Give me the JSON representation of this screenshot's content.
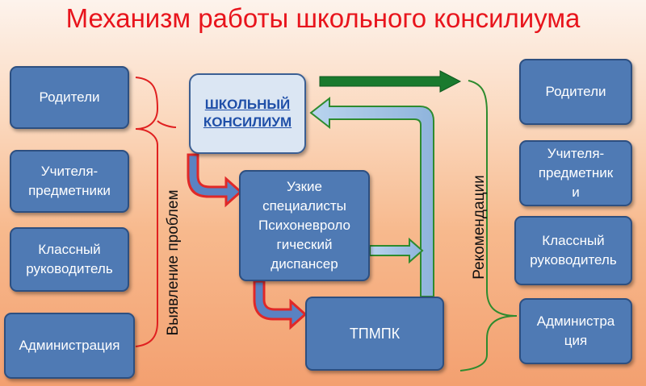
{
  "title": "Механизм работы школьного консилиума",
  "center": {
    "council": "ШКОЛЬНЫЙ\nКОНСИЛИУМ"
  },
  "left_boxes": [
    "Родители",
    "Учителя-\nпредметники",
    "Классный\nруководитель",
    "Администрация"
  ],
  "right_boxes": [
    "Родители",
    "Учителя-\nпредметник\nи",
    "Классный\nруководитель",
    "Администра\nция"
  ],
  "specialists": "Узкие\nспециалисты\nПсихоневроло\nгический\nдиспансер",
  "tpmpk": "ТПМПК",
  "left_bracket_label": "Выявление проблем",
  "right_bracket_label": "Рекомендации",
  "colors": {
    "title": "#e8141c",
    "box_fill": "#4f7ab4",
    "box_border": "#2d4f80",
    "council_fill": "#dbe6f3",
    "left_bracket": "#e02020",
    "right_bracket": "#2e8b2e",
    "green_arrow": "#1a7a2e",
    "red_arrow": "#e02828",
    "blue_arrow": "#a9c8e6"
  }
}
